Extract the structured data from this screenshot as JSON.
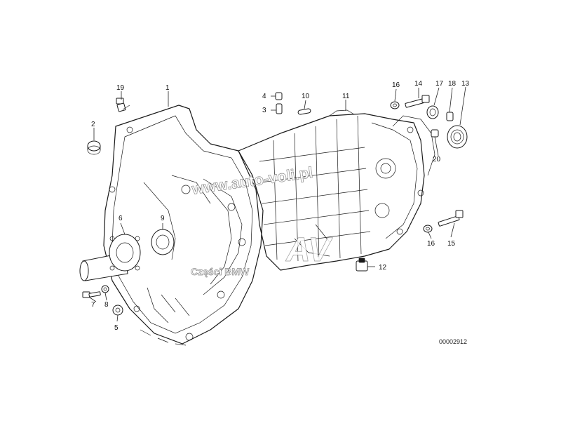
{
  "callouts": [
    {
      "id": "1",
      "text": "1"
    },
    {
      "id": "2",
      "text": "2"
    },
    {
      "id": "3",
      "text": "3"
    },
    {
      "id": "4",
      "text": "4"
    },
    {
      "id": "5",
      "text": "5"
    },
    {
      "id": "6",
      "text": "6"
    },
    {
      "id": "7",
      "text": "7"
    },
    {
      "id": "8",
      "text": "8"
    },
    {
      "id": "9",
      "text": "9"
    },
    {
      "id": "10",
      "text": "10"
    },
    {
      "id": "11",
      "text": "11"
    },
    {
      "id": "12",
      "text": "12"
    },
    {
      "id": "13",
      "text": "13"
    },
    {
      "id": "14",
      "text": "14"
    },
    {
      "id": "15",
      "text": "15"
    },
    {
      "id": "16a",
      "text": "16"
    },
    {
      "id": "16b",
      "text": "16"
    },
    {
      "id": "17",
      "text": "17"
    },
    {
      "id": "18",
      "text": "18"
    },
    {
      "id": "19",
      "text": "19"
    },
    {
      "id": "20",
      "text": "20"
    }
  ],
  "watermark": {
    "site": "www.auto-voli.pl",
    "caption": "Części BMW",
    "logo_letters": "AV"
  },
  "reference_number": "00002912"
}
